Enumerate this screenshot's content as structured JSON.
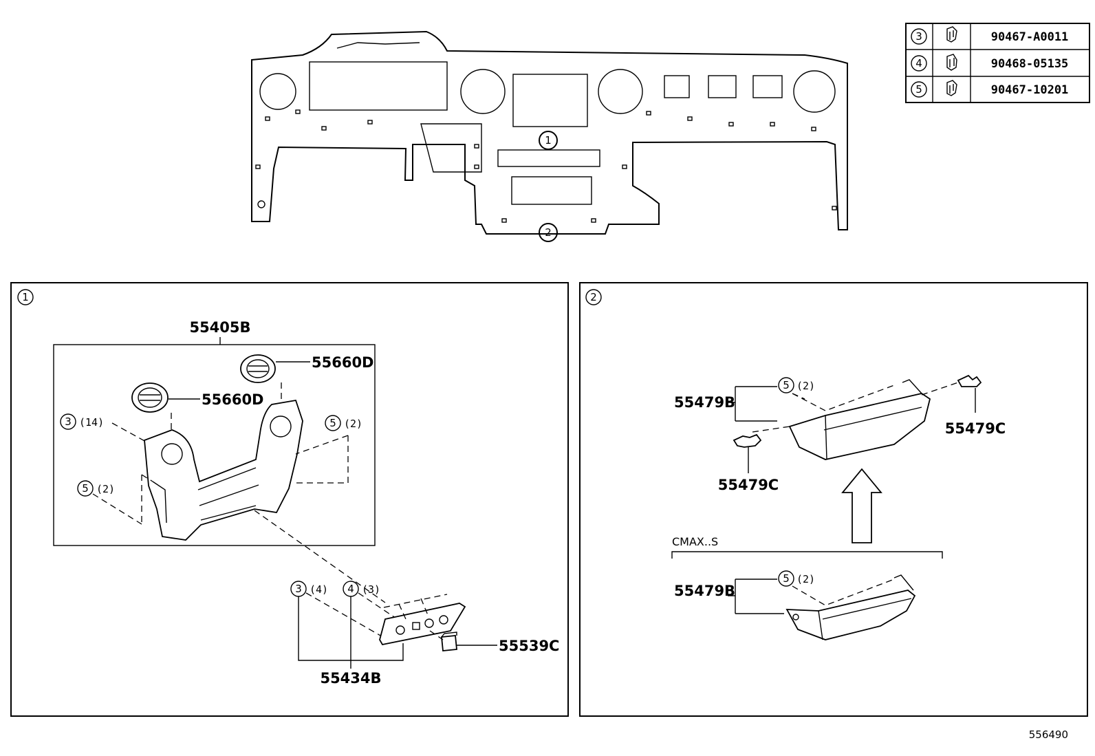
{
  "fastener_table": [
    {
      "ref": "3",
      "part_no": "90467-A0011"
    },
    {
      "ref": "4",
      "part_no": "90468-05135"
    },
    {
      "ref": "5",
      "part_no": "90467-10201"
    }
  ],
  "overview": {
    "callout_1": "1",
    "callout_2": "2"
  },
  "panel_1": {
    "ref": "1",
    "assembly_label": "55405B",
    "vent_upper_label": "55660D",
    "vent_lower_label": "55660D",
    "clip3_ref": "3",
    "clip3_qty": "(14)",
    "clip5_right_ref": "5",
    "clip5_right_qty": "(2)",
    "clip5_left_ref": "5",
    "clip5_left_qty": "(2)",
    "lower_clip3_ref": "3",
    "lower_clip3_qty": "(4)",
    "lower_clip4_ref": "4",
    "lower_clip4_qty": "(3)",
    "switch_label": "55539C",
    "panel_label": "55434B"
  },
  "panel_2": {
    "ref": "2",
    "upper_panel_label": "55479B",
    "upper_clip_ref": "5",
    "upper_clip_qty": "(2)",
    "screw_right_label": "55479C",
    "screw_left_label": "55479C",
    "variant_note": "CMAX..S",
    "lower_panel_label": "55479B",
    "lower_clip_ref": "5",
    "lower_clip_qty": "(2)"
  },
  "diagram_id": "556490"
}
